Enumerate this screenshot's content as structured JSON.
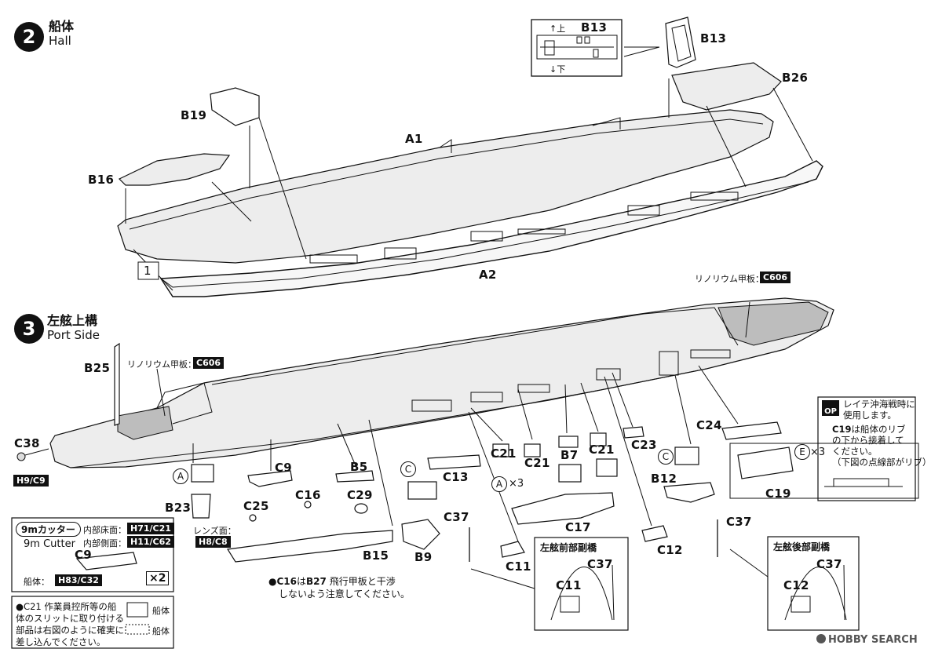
{
  "step2": {
    "number": "2",
    "title": "船体",
    "subtitle": "Hall"
  },
  "step3": {
    "number": "3",
    "title": "左舷上構",
    "subtitle": "Port Side"
  },
  "b13_box": {
    "title": "B13",
    "up": "↑上",
    "down": "↓下"
  },
  "linoleum_label": "リノリウム甲板：",
  "linoleum_code": "C606",
  "linoleum_label2": "リノリウム甲板：",
  "linoleum_code2": "C606",
  "marker_1": "1",
  "part_labels": {
    "B13": "B13",
    "B26": "B26",
    "B19": "B19",
    "A1": "A1",
    "B16": "B16",
    "A2": "A2",
    "B25": "B25",
    "C38": "C38",
    "C9": "C9",
    "B5": "B5",
    "B23": "B23",
    "C25": "C25",
    "C16": "C16",
    "C29": "C29",
    "B15": "B15",
    "C13": "C13",
    "B9": "B9",
    "C37a": "C37",
    "C11": "C11",
    "C21a": "C21",
    "C21b": "C21",
    "C21c": "C21",
    "B7": "B7",
    "C17": "C17",
    "C23": "C23",
    "B12": "B12",
    "C24": "C24",
    "C19": "C19",
    "C12": "C12",
    "C37b": "C37"
  },
  "circle_marks": {
    "a1": "A",
    "c1": "C",
    "a2": "A",
    "c2": "C",
    "e1": "E"
  },
  "times3_a": "×3",
  "times3_e": "×3",
  "h9c9": "H9/C9",
  "cutter": {
    "jp": "9mカッター",
    "inner_floor_label": "内部床面：",
    "inner_floor_code": "H71/C21",
    "inner_side_label": "内部側面：",
    "inner_side_code": "H11/C62",
    "en": "9m Cutter",
    "part": "C9",
    "hull_label": "船体：",
    "hull_code": "H83/C32",
    "qty": "×2"
  },
  "lens": {
    "label": "レンズ面：",
    "code": "H8/C8"
  },
  "note_c16": {
    "bullet": "●C16",
    "mid": "は",
    "b27": "B27",
    "text1": "飛行甲板と干渉",
    "text2": "しないよう注意してください。"
  },
  "note_c21": {
    "line1": "●C21 作業員控所等の船",
    "line2": "体のスリットに取り付ける",
    "line3": "部品は右図のように確実に",
    "line4": "差し込んでください。",
    "hull1": "船体",
    "hull2": "船体"
  },
  "leyte_note": {
    "op": "OP",
    "line1": "レイテ沖海戦時に",
    "line2": "使用します。",
    "c19_bold": "C19",
    "line3": "は船体のリブ",
    "line4": "の下から接着して",
    "line5": "ください。",
    "line6": "（下図の点線部がリブ）"
  },
  "fwd_box": {
    "title": "左舷前部副橋",
    "c37": "C37",
    "c11": "C11"
  },
  "aft_box": {
    "title": "左舷後部副橋",
    "c37": "C37",
    "c12": "C12"
  },
  "watermark": "HOBBY SEARCH"
}
